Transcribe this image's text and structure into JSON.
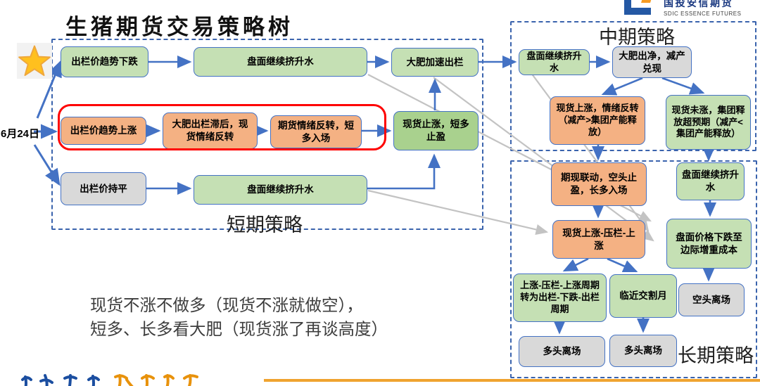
{
  "title": "生猪期货交易策略树",
  "date_label": "6月24日",
  "logo": {
    "cn": "国投安信期货",
    "en": "SDIC ESSENCE FUTURES"
  },
  "sections": {
    "short_term": "短期策略",
    "mid_term": "中期策略",
    "long_term": "长期策略"
  },
  "nodes": {
    "s1": "出栏价趋势下跌",
    "s2": "盘面继续挤升水",
    "s3": "大肥加速出栏",
    "s4": "出栏价趋势上涨",
    "s5": "大肥出栏滞后，现货情绪反转",
    "s6": "期货情绪反转，短多入场",
    "s7": "现货止涨，短多止盈",
    "s8": "出栏价持平",
    "s9": "盘面继续挤升水",
    "m1": "盘面继续挤升水",
    "m2": "大肥出净，减产兑现",
    "m3": "现货上涨，情绪反转（减产>集团产能释放）",
    "m4": "现货未涨，集团释放超预期（减产<集团产能释放）",
    "l1": "期现联动，空头止盈，长多入场",
    "l2": "盘面继续挤升水",
    "l3": "现货上涨-压栏-上涨",
    "l4": "盘面价格下跌至边际增重成本",
    "l5": "上涨-压栏-上涨周期转为出栏-下跌-出栏周期",
    "l6": "临近交割月",
    "l7": "空头离场",
    "l8": "多头离场",
    "l9": "多头离场"
  },
  "note": {
    "line1": "现货不涨不做多（现货不涨就做空），",
    "line2": "短多、长多看大肥（现货涨了再谈高度）"
  },
  "colors": {
    "box_green": "#C5E0B4",
    "box_dark_green": "#A9D18E",
    "box_orange": "#F4B183",
    "box_gray": "#D9D9D9",
    "box_border_blue": "#4472C4",
    "arrow_blue": "#4472C4",
    "cross_link_gray": "#C3C3C3",
    "dashed_border_blue": "#3A63AD",
    "highlight_red": "#FE0000",
    "star_gold": "#FFC01E",
    "logo_blue": "#2458A4",
    "logo_orange": "#F59B22",
    "bottom_bar_orange": "#F0A32F"
  }
}
